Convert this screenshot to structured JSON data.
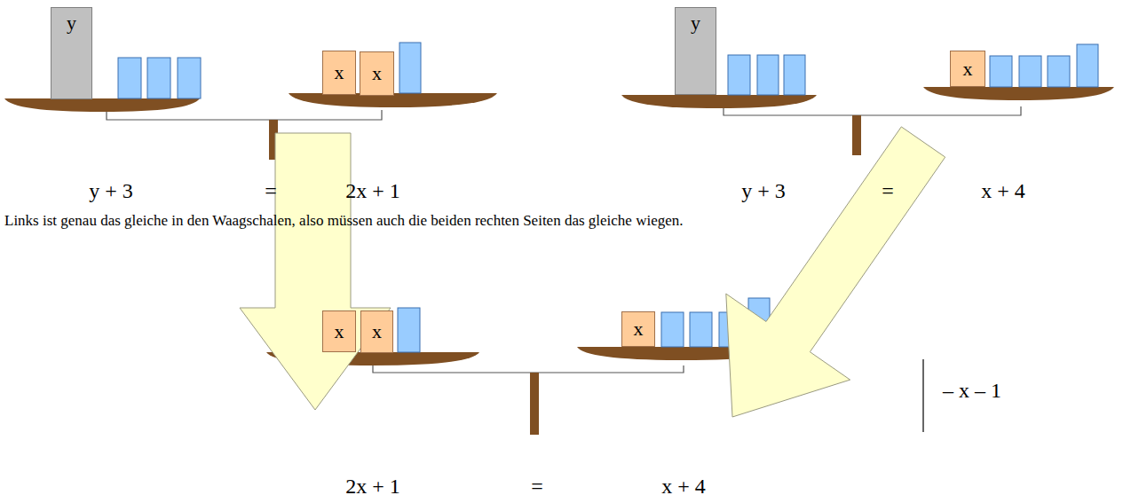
{
  "diagram": {
    "nodes": [
      {
        "text": [
          "y"
        ]
      },
      {
        "text": [
          "x"
        ]
      },
      {
        "text": [
          "x"
        ]
      },
      {
        "text": [
          "y"
        ]
      },
      {
        "text": [
          "x"
        ]
      },
      {
        "text": [
          "x"
        ]
      },
      {
        "text": [
          "x"
        ]
      },
      {
        "text": [
          "x"
        ]
      }
    ],
    "labels": [
      "y + 3",
      "=",
      "2x + 1",
      "y + 3",
      "=",
      "x + 4",
      "Links ist genau das gleiche in den Waagschalen, also müssen auch die beiden rechten Seiten das gleiche wiegen.",
      "– x – 1",
      "2x + 1",
      "=",
      "x + 4"
    ]
  }
}
